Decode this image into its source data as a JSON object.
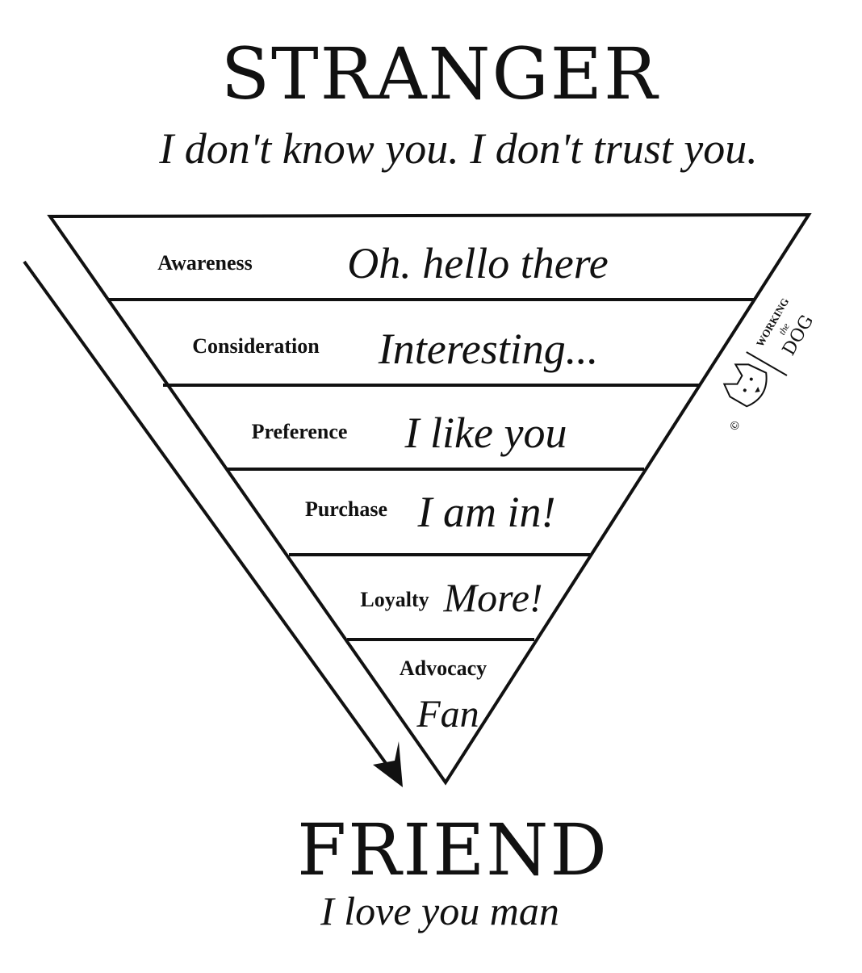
{
  "top": {
    "heading": "STRANGER",
    "tagline": "I don't know you. I don't trust you."
  },
  "bottom": {
    "heading": "FRIEND",
    "tagline": "I love you man"
  },
  "stages": [
    {
      "label": "Awareness",
      "quote": "Oh. hello there"
    },
    {
      "label": "Consideration",
      "quote": "Interesting..."
    },
    {
      "label": "Preference",
      "quote": "I like you"
    },
    {
      "label": "Purchase",
      "quote": "I am in!"
    },
    {
      "label": "Loyalty",
      "quote": "More!"
    },
    {
      "label": "Advocacy",
      "quote": "Fan"
    }
  ],
  "logo": {
    "line1": "WORKING",
    "line2": "the",
    "line3": "DOG",
    "mark": "©"
  },
  "colors": {
    "ink": "#111111",
    "background": "#ffffff"
  }
}
